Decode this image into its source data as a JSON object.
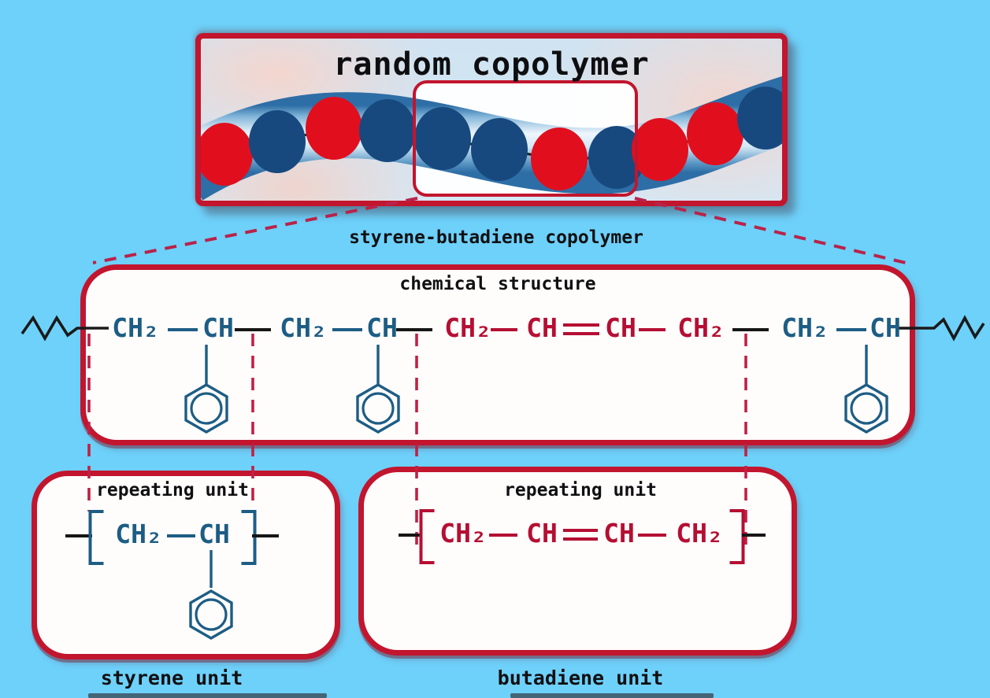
{
  "banner": {
    "title": "random copolymer",
    "bead_sequence": [
      "red",
      "blue",
      "red",
      "blue",
      "blue",
      "blue",
      "red",
      "blue",
      "red",
      "red",
      "blue"
    ]
  },
  "labels": {
    "copolymer": "styrene-butadiene copolymer",
    "chemical_structure": "chemical structure",
    "repeating_unit_left": "repeating unit",
    "repeating_unit_right": "repeating unit",
    "styrene_unit": "styrene unit",
    "butadiene_unit": "butadiene unit"
  },
  "formulas": {
    "chain": [
      {
        "t": "CH₂",
        "c": "blue"
      },
      {
        "t": "-",
        "c": "blue"
      },
      {
        "t": "CH",
        "c": "blue"
      },
      {
        "t": "-",
        "c": "black"
      },
      {
        "t": "CH₂",
        "c": "blue"
      },
      {
        "t": "-",
        "c": "blue"
      },
      {
        "t": "CH",
        "c": "blue"
      },
      {
        "t": "-",
        "c": "black"
      },
      {
        "t": "CH₂",
        "c": "red"
      },
      {
        "t": "-",
        "c": "red"
      },
      {
        "t": "CH",
        "c": "red"
      },
      {
        "t": "=",
        "c": "red"
      },
      {
        "t": "CH",
        "c": "red"
      },
      {
        "t": "-",
        "c": "red"
      },
      {
        "t": "CH₂",
        "c": "red"
      },
      {
        "t": "-",
        "c": "black"
      },
      {
        "t": "CH₂",
        "c": "blue"
      },
      {
        "t": "-",
        "c": "blue"
      },
      {
        "t": "CH",
        "c": "blue"
      }
    ],
    "styrene": [
      {
        "t": "-",
        "c": "black"
      },
      {
        "t": "[",
        "c": "blue"
      },
      {
        "t": "CH₂",
        "c": "blue"
      },
      {
        "t": "-",
        "c": "blue"
      },
      {
        "t": "CH",
        "c": "blue"
      },
      {
        "t": "]",
        "c": "blue"
      },
      {
        "t": "-",
        "c": "black"
      }
    ],
    "butadiene": [
      {
        "t": "-",
        "c": "black"
      },
      {
        "t": "[",
        "c": "red"
      },
      {
        "t": "CH₂",
        "c": "red"
      },
      {
        "t": "-",
        "c": "red"
      },
      {
        "t": "CH",
        "c": "red"
      },
      {
        "t": "=",
        "c": "red"
      },
      {
        "t": "CH",
        "c": "red"
      },
      {
        "t": "-",
        "c": "red"
      },
      {
        "t": "CH₂",
        "c": "red"
      },
      {
        "t": "]",
        "c": "red"
      },
      {
        "t": "-",
        "c": "black"
      }
    ]
  },
  "colors": {
    "background": "#6ed1fa",
    "box_border": "#c2152e",
    "bead_red": "#e10f1e",
    "bead_blue": "#17497f",
    "formula_blue": "#1d5d84",
    "formula_red": "#b50f33",
    "formula_black": "#161616",
    "dashed_line": "#c02045",
    "band_dark": "#2e6ea6",
    "band_light": "#eef6fc"
  }
}
